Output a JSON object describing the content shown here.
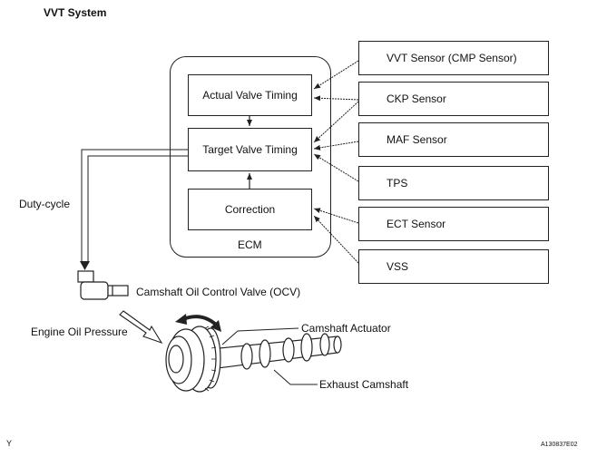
{
  "title": "VVT System",
  "ecm": {
    "label": "ECM",
    "blocks": {
      "actual": "Actual Valve Timing",
      "target": "Target Valve Timing",
      "correction": "Correction"
    }
  },
  "sensors": [
    "VVT Sensor (CMP Sensor)",
    "CKP Sensor",
    "MAF Sensor",
    "TPS",
    "ECT Sensor",
    "VSS"
  ],
  "labels": {
    "duty_cycle": "Duty-cycle",
    "ocv": "Camshaft Oil Control Valve (OCV)",
    "engine_oil": "Engine Oil Pressure",
    "actuator": "Camshaft Actuator",
    "exhaust_cam": "Exhaust Camshaft"
  },
  "footer": {
    "left_mark": "Y",
    "figure_id": "A130837E02"
  }
}
